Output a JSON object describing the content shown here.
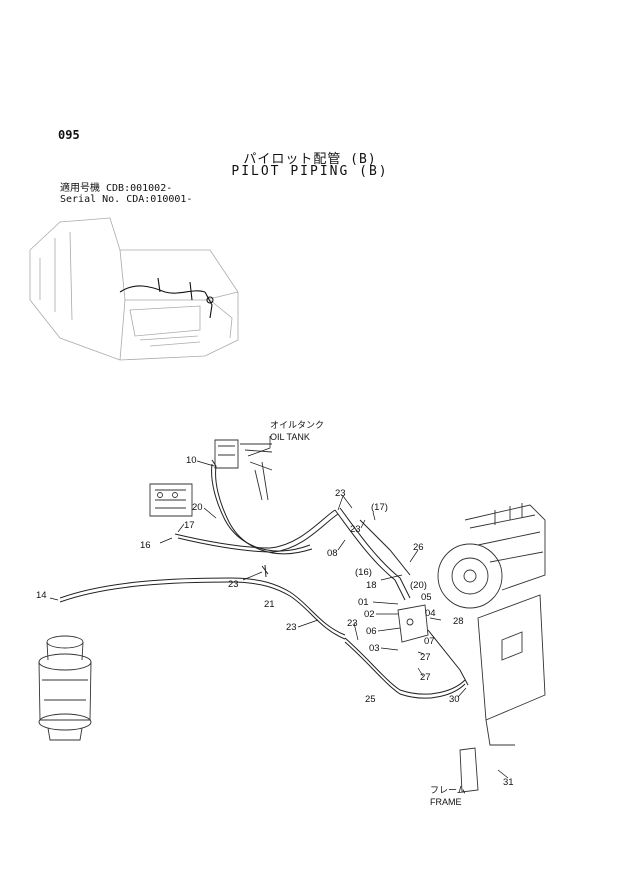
{
  "header": {
    "page_number": "095",
    "title_jp": "パイロット配管 (B)",
    "title_en": "PILOT PIPING (B)",
    "serial_jp": "適用号機  CDB:001002-",
    "serial_en": "Serial No. CDA:010001-"
  },
  "annotations": {
    "oil_tank_jp": "オイルタンク",
    "oil_tank_en": "OIL TANK",
    "frame_jp": "フレーム",
    "frame_en": "FRAME"
  },
  "parts": {
    "p10": "10",
    "p20": "20",
    "p17": "17",
    "p16": "16",
    "p14": "14",
    "p23a": "23",
    "p23b": "23",
    "p23c": "23",
    "p23d": "23",
    "p23e": "23",
    "p21": "21",
    "p25": "25",
    "p08": "08",
    "p17b": "(17)",
    "p16b": "(16)",
    "p18": "18",
    "p26": "26",
    "p20b": "(20)",
    "p05": "05",
    "p04": "04",
    "p01": "01",
    "p02": "02",
    "p06": "06",
    "p03": "03",
    "p07": "07",
    "p27a": "27",
    "p27b": "27",
    "p28": "28",
    "p30": "30",
    "p31": "31"
  }
}
